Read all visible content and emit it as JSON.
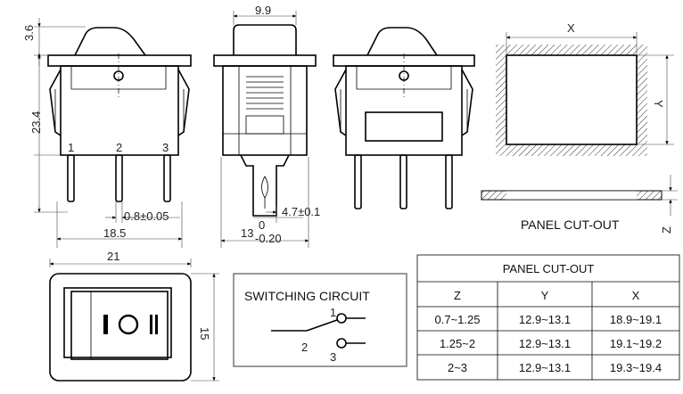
{
  "dimensions": {
    "d_3_6": "3.6",
    "d_23_4": "23.4",
    "pin_1": "1",
    "pin_2": "2",
    "pin_3": "3",
    "d_0_8": "0.8±0.05",
    "d_18_5": "18.5",
    "d_9_9": "9.9",
    "d_4_7": "4.7±0.1",
    "d_13": "13",
    "d_13_sup": "0",
    "d_13_sub": "-0.20",
    "d_x": "X",
    "d_y": "Y",
    "d_z": "Z",
    "d_21": "21",
    "d_15": "15"
  },
  "panel_cutout_label": "PANEL CUT-OUT",
  "switching": {
    "title": "SWITCHING CIRCUIT",
    "n1": "1",
    "n2": "2",
    "n3": "3"
  },
  "table": {
    "title": "PANEL CUT-OUT",
    "headers": [
      "Z",
      "Y",
      "X"
    ],
    "rows": [
      [
        "0.7~1.25",
        "12.9~13.1",
        "18.9~19.1"
      ],
      [
        "1.25~2",
        "12.9~13.1",
        "19.1~19.2"
      ],
      [
        "2~3",
        "12.9~13.1",
        "19.3~19.4"
      ]
    ]
  }
}
